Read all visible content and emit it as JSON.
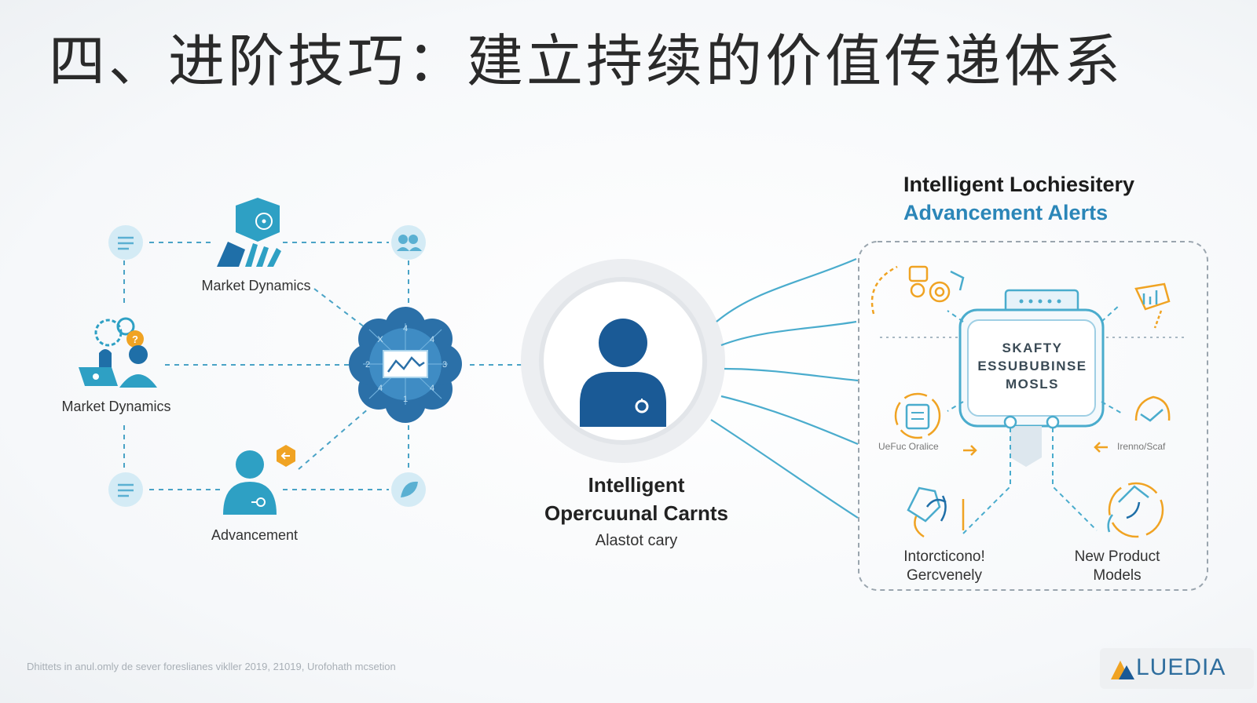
{
  "title": "四、进阶技巧：建立持续的价值传递体系",
  "left_network": {
    "node_top_label": "Market Dynamics",
    "node_left_label": "Market Dynamics",
    "node_bottom_label": "Advancement"
  },
  "hub": {
    "title_line1": "Intelligent",
    "title_line2": "Opercuunal Carnts",
    "subtitle": "Alastot cary"
  },
  "panel": {
    "title_line1": "Intelligent Lochiesitery",
    "title_line2": "Advancement Alerts",
    "core_lines": [
      "SKAFTY",
      "ESSUBUBINSE",
      "MOSLS"
    ],
    "left_mid_label": "UeFuc Oralice",
    "right_mid_label": "Irenno/Scaf",
    "bottom_left_line1": "Intorcticono!",
    "bottom_left_line2": "Gercvenely",
    "bottom_right_line1": "New Product",
    "bottom_right_line2": "Models"
  },
  "footer_text": "Dhittets in anul.omly de sever foreslianes vikller 2019,  21019, Urofohath mcsetion",
  "logo_text": "LUEDIA",
  "colors": {
    "accent_blue": "#2b86b8",
    "dark_blue": "#1a5a96",
    "teal": "#3aa6c9",
    "orange": "#f0a323",
    "light_blue": "#cde7f3"
  },
  "icons": [
    "document-icon",
    "team-icon",
    "analytics-person-icon",
    "question-icon",
    "chart-icon",
    "user-icon",
    "bell-icon",
    "gear-icon",
    "lightbulb-icon"
  ]
}
